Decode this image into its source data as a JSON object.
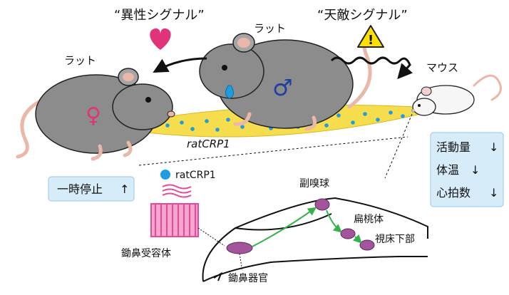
{
  "labels": {
    "signal_opposite_sex": "“異性シグナル”",
    "signal_predator": "“天敵シグナル”",
    "rat_left": "ラット",
    "rat_center": "ラット",
    "mouse": "マウス",
    "female_symbol": "♀",
    "male_symbol": "♂",
    "pheromone": "ratCRP1",
    "pheromone_legend": "ratCRP1",
    "receptor": "鋤鼻受容体",
    "vomeronasal_organ": "鋤鼻器官",
    "accessory_olfactory_bulb": "副嗅球",
    "amygdala": "扁桃体",
    "hypothalamus": "視床下部"
  },
  "boxes": {
    "rat_effect": {
      "text": "一時停止",
      "arrow": "↑"
    },
    "mouse_effects": [
      {
        "text": "活動量",
        "arrow": "↓"
      },
      {
        "text": "体温",
        "arrow": "↓"
      },
      {
        "text": "心拍数",
        "arrow": "↓"
      }
    ]
  },
  "icons": {
    "heart": "heart-icon",
    "warning": "warning-icon",
    "legend_dot": "ratcrp1-dot-icon"
  },
  "colors": {
    "heart": "#e0337a",
    "warning": "#ffe000",
    "pheromone_band": "#f5dd4e",
    "pheromone_dot": "#1f9ce0",
    "receptor": "#e64b9b",
    "neural_path": "#35b34a",
    "brain_region": "#a2559b",
    "effect_box": "#d6ecf8",
    "rat_fur": "#8c8c8c",
    "female": "#e0337a",
    "male": "#1f3fa3"
  }
}
